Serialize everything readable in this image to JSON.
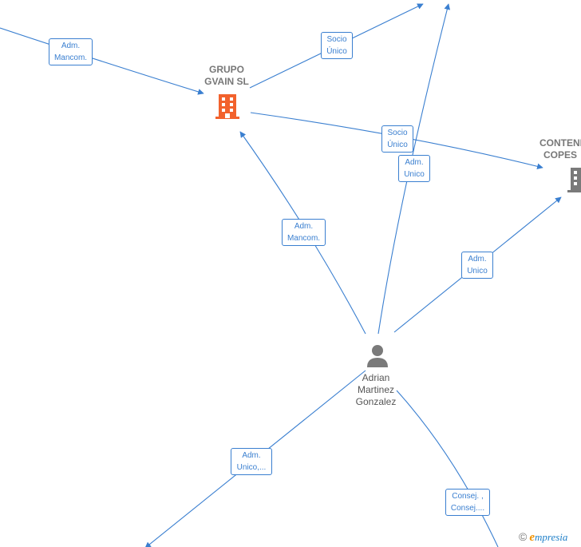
{
  "nodes": {
    "grupo_gvain": {
      "label": "GRUPO\nGVAIN  SL",
      "type": "company",
      "color": "#f2622d",
      "icon": "building-icon"
    },
    "contenedores": {
      "label": "CONTENE\nCOPES",
      "type": "company",
      "color": "#7a7a7a",
      "icon": "building-icon"
    },
    "adrian": {
      "label": "Adrian\nMartinez\nGonzalez",
      "type": "person",
      "color": "#7a7a7a",
      "icon": "person-icon"
    }
  },
  "edges": [
    {
      "id": "e1",
      "label": "Adm.\nMancom."
    },
    {
      "id": "e2",
      "label": "Socio\nÚnico"
    },
    {
      "id": "e3",
      "label": "Socio\nÚnico"
    },
    {
      "id": "e4",
      "label": "Adm.\nUnico"
    },
    {
      "id": "e5",
      "label": "Adm.\nMancom."
    },
    {
      "id": "e6",
      "label": "Adm.\nUnico"
    },
    {
      "id": "e7",
      "label": "Adm.\nUnico,..."
    },
    {
      "id": "e8",
      "label": "Consej. ,\nConsej...."
    }
  ],
  "watermark": {
    "copyright": "©",
    "brand_initial": "e",
    "brand_rest": "mpresia"
  },
  "colors": {
    "edge": "#3a7fd0",
    "company_main": "#f2622d",
    "company_other": "#7a7a7a",
    "person": "#7a7a7a"
  }
}
